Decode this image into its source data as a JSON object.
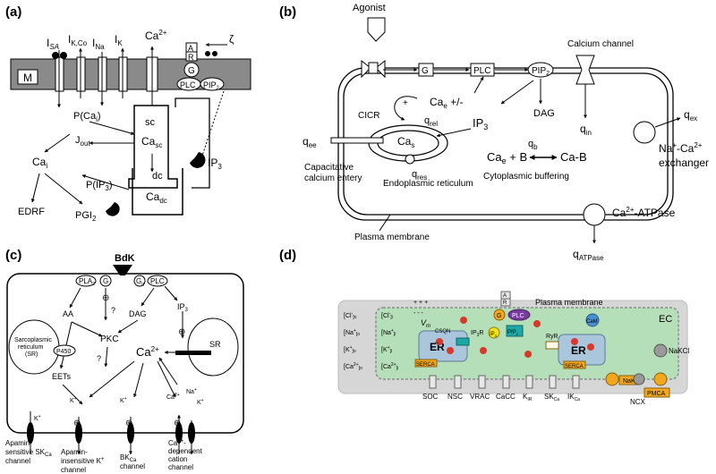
{
  "panels": {
    "a": {
      "letter": "(a)",
      "labels": {
        "isa": "I",
        "isa_sub": "SA",
        "ikco": "I",
        "ikco_sub": "K,Co",
        "ina": "I",
        "ina_sub": "Na",
        "ik": "I",
        "ik_sub": "K",
        "ca2": "Ca",
        "ca2_sup": "2+",
        "m": "M",
        "a": "A",
        "r": "R",
        "g": "G",
        "plc": "PLC",
        "pip2": "PIP",
        "pip2_sub": "2",
        "zeta": "ζ",
        "pcai": "P(Ca",
        "pcai_sub": "i",
        "pcai_end": ")",
        "jout": "J",
        "jout_sub": "out",
        "sc": "sc",
        "casc": "Ca",
        "casc_sub": "sc",
        "cai": "Ca",
        "cai_sub": "i",
        "dc": "dc",
        "cadc": "Ca",
        "cadc_sub": "dc",
        "pip3": "P(IP",
        "pip3_sub": "3",
        "pip3_end": ")",
        "ip3": "IP",
        "ip3_sub": "3",
        "edrf": "EDRF",
        "pgi2": "PGI",
        "pgi2_sub": "2"
      }
    },
    "b": {
      "letter": "(b)",
      "labels": {
        "agonist": "Agonist",
        "calcium_channel": "Calcium channel",
        "g": "G",
        "plc": "PLC",
        "pip2": "PIP",
        "pip2_sub": "2",
        "cae": "Ca",
        "cae_sub": "e",
        "cae_end": " +/-",
        "cicr": "CICR",
        "plus": "+",
        "qrel": "q",
        "qrel_sub": "rel",
        "ip3": "IP",
        "ip3_sub": "3",
        "dag": "DAG",
        "qin": "q",
        "qin_sub": "in",
        "qex": "q",
        "qex_sub": "ex",
        "nacaex1": "Na",
        "nacaex1_sup": "+",
        "nacaex2": "-Ca",
        "nacaex2_sup": "2+",
        "nacaex3": "exchanger",
        "qee": "q",
        "qee_sub": "ee",
        "cas": "Ca",
        "cas_sub": "s",
        "qb": "q",
        "qb_sub": "b",
        "cab1": "Ca",
        "cab1_sub": "e",
        "cab2": " + B",
        "cab3": "Ca-B",
        "qres": "q",
        "qres_sub": "res",
        "cap1": "Capacitative",
        "cap2": "calcium entery",
        "er": "Endoplasmic reticulum",
        "cytobuf": "Cytoplasmic buffering",
        "pm": "Plasma membrane",
        "atp1": "Ca",
        "atp1_sup": "2+",
        "atp2": "-ATPase",
        "qatp": "q",
        "qatp_sub": "ATPase"
      }
    },
    "c": {
      "letter": "(c)",
      "labels": {
        "bdk": "BdK",
        "pla2": "PLA",
        "pla2_sub": "2",
        "g": "G",
        "gq": "G",
        "gq_sub": "q",
        "plc": "PLC",
        "aa": "AA",
        "dag": "DAG",
        "ip3": "IP",
        "ip3_sub": "3",
        "pkc": "PKC",
        "q1": "?",
        "q2": "?",
        "sr1": "Sarcoplasmic",
        "sr2": "reticulum",
        "sr3": "(SR)",
        "p450": "P450",
        "sr": "SR",
        "eets": "EETs",
        "ca2": "Ca",
        "ca2_sup": "2+",
        "k1": "K",
        "k1_sup": "+",
        "k2": "K",
        "k2_sup": "+",
        "k3": "K",
        "k3_sup": "+",
        "k4": "K",
        "k4_sup": "+",
        "ca_ch": "Ca",
        "ca_ch_sup": "2+",
        "na_ch": "Na",
        "na_ch_sup": "+",
        "ap1": "Apamin-",
        "ap2": "sensitive SK",
        "ap2_sub": "Ca",
        "ap3": "channel",
        "ai1": "Apamin-",
        "ai2": "insensitive K",
        "ai2_sup": "+",
        "ai3": "channel",
        "bk1": "BK",
        "bk1_sub": "Ca",
        "bk2": "channel",
        "cd1": "Ca",
        "cd1_sup": "2+",
        "cd1_end": "-",
        "cd2": "dependent",
        "cd3": "cation",
        "cd4": "channel"
      }
    },
    "d": {
      "letter": "(d)",
      "labels": {
        "pm": "Plasma membrane",
        "ec": "EC",
        "cl_o": "[Cl",
        "cl_o_sup": "-",
        "cl_o_sub": "]o",
        "na_o": "[Na",
        "na_o_sup": "+",
        "na_o_sub": "]o",
        "k_o": "[K",
        "k_o_sup": "+",
        "k_o_sub": "]o",
        "ca_o": "[Ca",
        "ca_o_sup": "2+",
        "ca_o_sub": "]o",
        "cl_i": "[Cl",
        "cl_i_sup": "-",
        "cl_i_sub": "]i",
        "na_i": "[Na",
        "na_i_sup": "+",
        "na_i_sub": "]i",
        "k_i": "[K",
        "k_i_sup": "+",
        "k_i_sub": "]i",
        "ca_i": "[Ca",
        "ca_i_sup": "2+",
        "ca_i_sub": "]i",
        "vm": "V",
        "vm_sub": "m",
        "plus3": "+ + +",
        "minus3": "- - -",
        "csqn": "CSQN",
        "ip3r": "IP",
        "ip3r_sub": "3",
        "ip3r_end": "R",
        "er1": "ER",
        "er2": "ER",
        "serca1": "SERCA",
        "serca2": "SERCA",
        "ryr": "RyR",
        "cam": "CaM",
        "g": "G",
        "plc": "PLC",
        "pip2": "PIP",
        "pip2_sub": "2",
        "ip3": "IP",
        "ip3_sub": "3",
        "a": "A",
        "r": "R",
        "nakcl": "NaKCl",
        "nak": "NaK",
        "ncx": "NCX",
        "pmca": "PMCA",
        "soc": "SOC",
        "nsc": "NSC",
        "vrac": "VRAC",
        "cacc": "CaCC",
        "kir": "K",
        "kir_sub": "IR",
        "skca": "SK",
        "skca_sub": "Ca",
        "ikca": "IK",
        "ikca_sub": "Ca",
        "ca_small": "Ca"
      }
    }
  },
  "colors": {
    "membrane_gray": "#8a8a8a",
    "cell_green": "#b5dfb8",
    "cell_border": "#8c8c8c",
    "outer_gray": "#d6d6d6",
    "er_blue": "#a9c6dc",
    "ca_red": "#d83a2a",
    "pump_orange": "#f2a81d",
    "plc_purple": "#7b3aa0",
    "pip2_teal": "#1fa6a6",
    "ip3_yellow": "#f2e11a",
    "cam_blue": "#4a90d0"
  }
}
